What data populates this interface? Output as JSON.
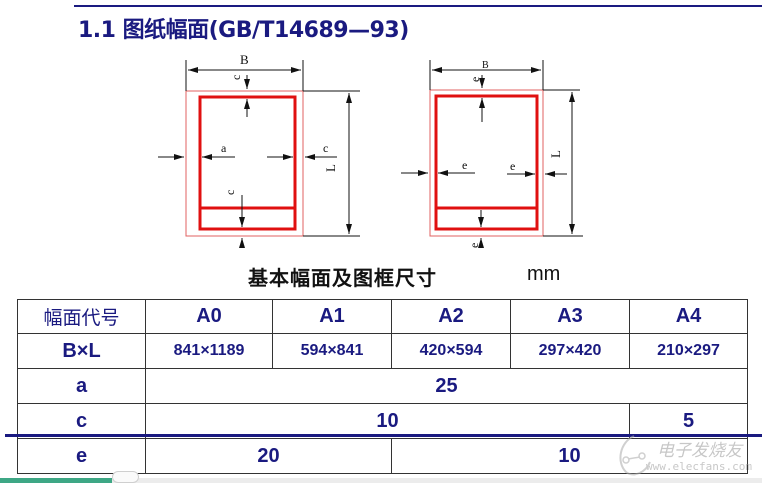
{
  "header": {
    "title": "1.1 图纸幅面(GB/T14689—93)"
  },
  "diagrams": {
    "left": {
      "labels": {
        "width": "B",
        "height": "L",
        "top_margin": "c",
        "left_margin": "a",
        "right_margin": "c",
        "bottom_margin": "c"
      }
    },
    "right": {
      "labels": {
        "width": "B",
        "height": "L",
        "top_margin": "e",
        "left_margin": "e",
        "right_margin": "e",
        "bottom_margin": "e"
      }
    },
    "caption": "基本幅面及图框尺寸",
    "unit": "mm"
  },
  "table": {
    "header": [
      "幅面代号",
      "A0",
      "A1",
      "A2",
      "A3",
      "A4"
    ],
    "bxl": [
      "B×L",
      "841×1189",
      "594×841",
      "420×594",
      "297×420",
      "210×297"
    ],
    "a": {
      "label": "a",
      "value": "25"
    },
    "c": {
      "label": "c",
      "value_a0_a2": "10",
      "value_a3_a4": "5"
    },
    "e": {
      "label": "e",
      "value_a0_a1": "20",
      "value_a2_a4": "10"
    }
  },
  "watermark": {
    "text": "电子发烧友",
    "url": "www.elecfans.com"
  },
  "colors": {
    "title": "#1a1a80",
    "frame_red": "#e01010",
    "scroll_fill": "#3ea785"
  }
}
